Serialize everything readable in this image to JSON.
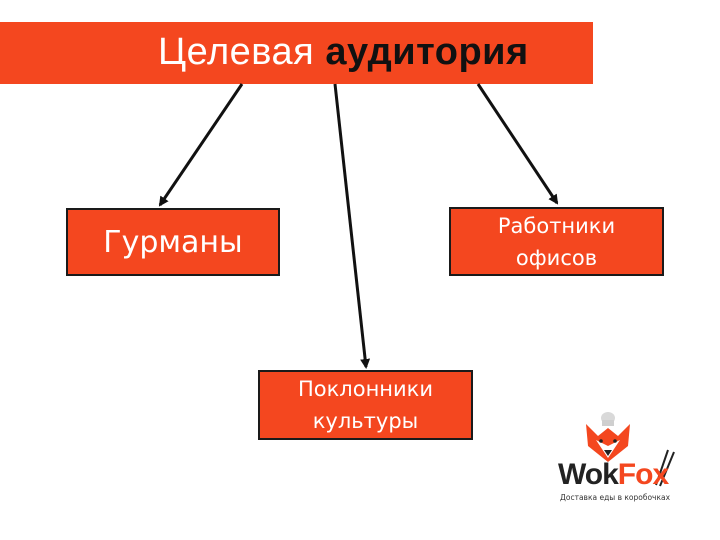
{
  "header": {
    "title_part1": "Целевая",
    "title_part2": "аудитория",
    "bar_color": "#f4471f"
  },
  "nodes": {
    "gourmets": "Гурманы",
    "office_workers": "Работники\nофисов",
    "culture_fans": "Поклонники\nкультуры"
  },
  "edges": [
    {
      "from": "header",
      "to": "gourmets"
    },
    {
      "from": "header",
      "to": "culture_fans"
    },
    {
      "from": "header",
      "to": "office_workers"
    }
  ],
  "logo": {
    "word_part1": "Wok",
    "word_part2": "Fox",
    "tagline": "Доставка еды в коробочках",
    "icon": "fox-chef-icon",
    "brand_color": "#f4471f"
  }
}
